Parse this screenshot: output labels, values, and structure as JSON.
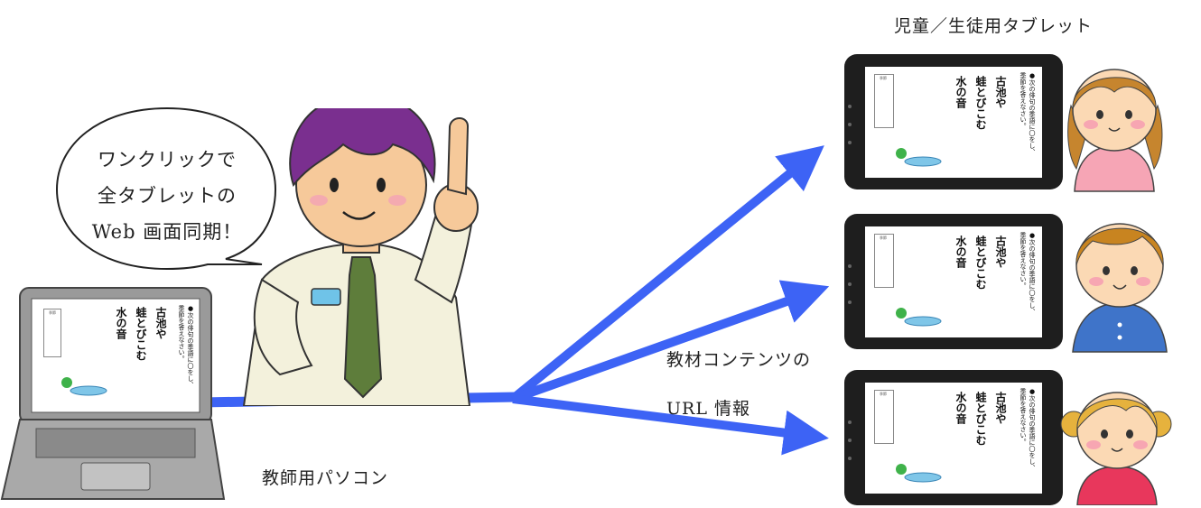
{
  "bubble": {
    "line1": "ワンクリックで",
    "line2": "全タブレットの",
    "line3": "Web 画面同期！"
  },
  "labels": {
    "teacher_pc": "教師用パソコン",
    "student_tablets": "児童／生徒用タブレット",
    "content_line1": "教材コンテンツの",
    "content_line2": "URL 情報"
  },
  "screen_content": {
    "question_line1": "●次の俳句の季語に〇をし、",
    "question_line2": "季節を答えなさい。",
    "haiku_line1": "古池や",
    "haiku_line2": "蛙とびこむ",
    "haiku_line3": "水の音",
    "answer_label": "季節"
  },
  "colors": {
    "arrow": "#3d63f5",
    "device_frame": "#1e1e1e",
    "laptop_body": "#9a9a9a",
    "pond": "#7fc6e8",
    "frog": "#3fb24a"
  }
}
